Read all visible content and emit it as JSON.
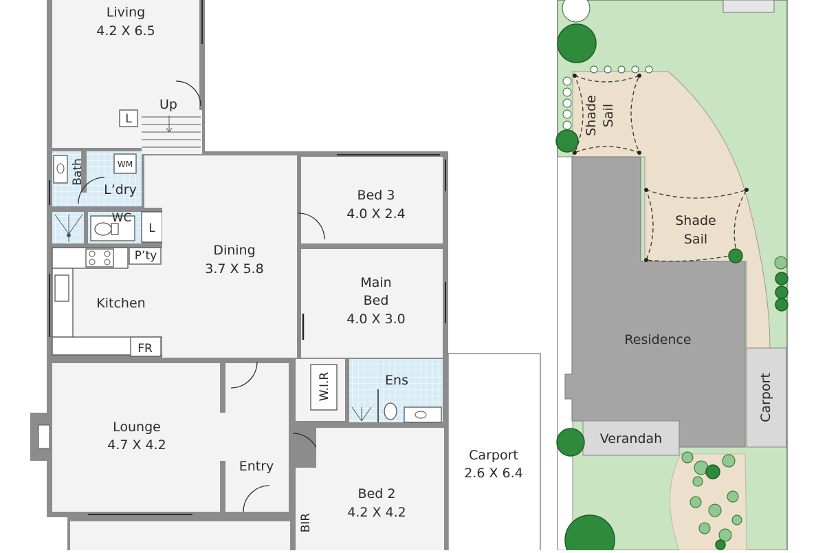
{
  "floor_plan": {
    "living": {
      "name": "Living",
      "size": "4.2 X 6.5"
    },
    "stair_label": "Up",
    "linen_label": "L",
    "bath": "Bath",
    "washing_machine": "WM",
    "laundry": "L’dry",
    "wc": "WC",
    "linen2_label": "L",
    "pantry": "P’ty",
    "kitchen": "Kitchen",
    "fridge": "FR",
    "dining": {
      "name": "Dining",
      "size": "3.7 X 5.8"
    },
    "bed3": {
      "name": "Bed 3",
      "size": "4.0 X 2.4"
    },
    "main_bed": {
      "name_line1": "Main",
      "name_line2": "Bed",
      "size": "4.0 X 3.0"
    },
    "wir": "W.I.R",
    "ensuite": "Ens",
    "lounge": {
      "name": "Lounge",
      "size": "4.7 X 4.2"
    },
    "entry": "Entry",
    "bed2": {
      "name": "Bed 2",
      "size": "4.2 X 4.2"
    },
    "bir": "BIR",
    "carport": {
      "name": "Carport",
      "size": "2.6 X 6.4"
    }
  },
  "site_plan": {
    "shade_sail_1": {
      "line1": "Shade",
      "line2": "Sail"
    },
    "shade_sail_2": {
      "line1": "Shade",
      "line2": "Sail"
    },
    "residence": "Residence",
    "carport": "Carport",
    "verandah": "Verandah"
  },
  "colors": {
    "walls": "#8c8c8c",
    "floor": "#f3f3f3",
    "wet_area_tiles": "#d8ecf6",
    "lawn": "#c9e4c1",
    "paving": "#ece0cc",
    "residence_roof": "#a5a5a5",
    "carport_roof": "#d9d9d9",
    "trees": "#2e8b3c"
  }
}
